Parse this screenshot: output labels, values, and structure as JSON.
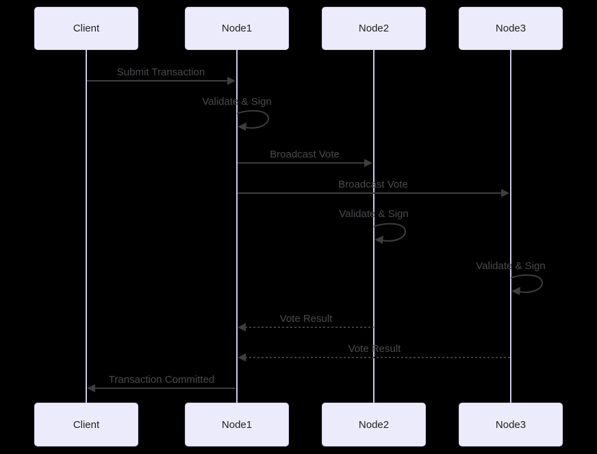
{
  "participants": [
    {
      "name": "Client"
    },
    {
      "name": "Node1"
    },
    {
      "name": "Node2"
    },
    {
      "name": "Node3"
    }
  ],
  "messages": [
    {
      "label": "Submit Transaction",
      "from": "Client",
      "to": "Node1",
      "style": "solid"
    },
    {
      "label": "Validate & Sign",
      "from": "Node1",
      "to": "Node1",
      "style": "self"
    },
    {
      "label": "Broadcast Vote",
      "from": "Node1",
      "to": "Node2",
      "style": "solid"
    },
    {
      "label": "Broadcast Vote",
      "from": "Node1",
      "to": "Node3",
      "style": "solid"
    },
    {
      "label": "Validate & Sign",
      "from": "Node2",
      "to": "Node2",
      "style": "self"
    },
    {
      "label": "Validate & Sign",
      "from": "Node3",
      "to": "Node3",
      "style": "self"
    },
    {
      "label": "Vote Result",
      "from": "Node2",
      "to": "Node1",
      "style": "dashed"
    },
    {
      "label": "Vote Result",
      "from": "Node3",
      "to": "Node1",
      "style": "dashed"
    },
    {
      "label": "Transaction Committed",
      "from": "Node1",
      "to": "Client",
      "style": "solid"
    }
  ],
  "colors": {
    "background": "#000000",
    "box_fill": "#ecebfb",
    "box_border": "#d9d2f0",
    "box_text": "#222222",
    "lifeline": "#d2c9ee",
    "arrow": "#3e3e42",
    "label_text": "#4b4b50"
  }
}
